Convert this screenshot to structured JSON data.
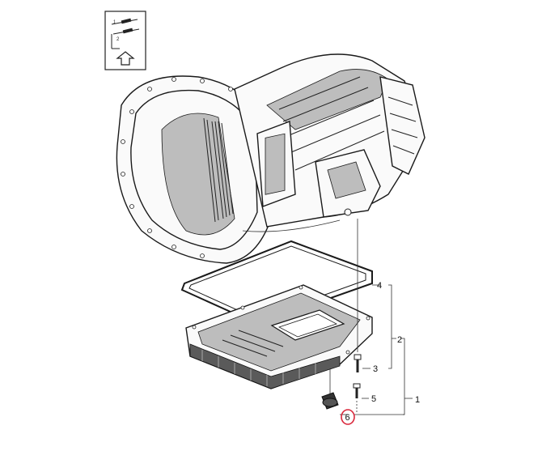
{
  "view_icon": {
    "name": "exploded-view-icon",
    "labels": [
      "1",
      "2"
    ]
  },
  "callouts": [
    {
      "id": "1",
      "label": "1",
      "highlighted": false
    },
    {
      "id": "2",
      "label": "2",
      "highlighted": false
    },
    {
      "id": "3",
      "label": "3",
      "highlighted": false
    },
    {
      "id": "4",
      "label": "4",
      "highlighted": false
    },
    {
      "id": "5",
      "label": "5",
      "highlighted": false
    },
    {
      "id": "6",
      "label": "6",
      "highlighted": true
    }
  ],
  "colors": {
    "line": "#1a1a1a",
    "highlight": "#d9263a",
    "shade": "#bdbdbd"
  }
}
